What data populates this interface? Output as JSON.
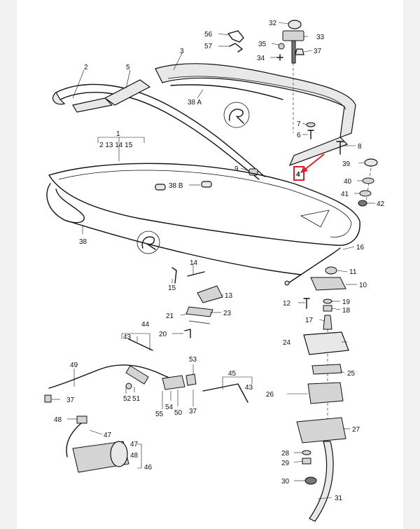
{
  "callouts": [
    {
      "id": "c1",
      "text": "1"
    },
    {
      "id": "c2",
      "text": "2"
    },
    {
      "id": "c3",
      "text": "3"
    },
    {
      "id": "c5",
      "text": "5"
    },
    {
      "id": "c6",
      "text": "6"
    },
    {
      "id": "c7",
      "text": "7"
    },
    {
      "id": "c8",
      "text": "8"
    },
    {
      "id": "c9",
      "text": "9"
    },
    {
      "id": "c10",
      "text": "10"
    },
    {
      "id": "c11",
      "text": "11"
    },
    {
      "id": "c12",
      "text": "12"
    },
    {
      "id": "c13a",
      "text": "13"
    },
    {
      "id": "c13b",
      "text": "13"
    },
    {
      "id": "c14a",
      "text": "14"
    },
    {
      "id": "c14b",
      "text": "14"
    },
    {
      "id": "c15a",
      "text": "15"
    },
    {
      "id": "c15b",
      "text": "15"
    },
    {
      "id": "c16",
      "text": "16"
    },
    {
      "id": "c17",
      "text": "17"
    },
    {
      "id": "c18",
      "text": "18"
    },
    {
      "id": "c19",
      "text": "19"
    },
    {
      "id": "c20",
      "text": "20"
    },
    {
      "id": "c21",
      "text": "21"
    },
    {
      "id": "c23",
      "text": "23"
    },
    {
      "id": "c24",
      "text": "24"
    },
    {
      "id": "c25",
      "text": "25"
    },
    {
      "id": "c26",
      "text": "26"
    },
    {
      "id": "c27",
      "text": "27"
    },
    {
      "id": "c28",
      "text": "28"
    },
    {
      "id": "c29",
      "text": "29"
    },
    {
      "id": "c30",
      "text": "30"
    },
    {
      "id": "c31",
      "text": "31"
    },
    {
      "id": "c32",
      "text": "32"
    },
    {
      "id": "c33",
      "text": "33"
    },
    {
      "id": "c34",
      "text": "34"
    },
    {
      "id": "c35",
      "text": "35"
    },
    {
      "id": "c37a",
      "text": "37"
    },
    {
      "id": "c37b",
      "text": "37"
    },
    {
      "id": "c37c",
      "text": "37"
    },
    {
      "id": "c38",
      "text": "38"
    },
    {
      "id": "c38a",
      "text": "38 A"
    },
    {
      "id": "c38b",
      "text": "38 B"
    },
    {
      "id": "c39",
      "text": "39"
    },
    {
      "id": "c40",
      "text": "40"
    },
    {
      "id": "c41",
      "text": "41"
    },
    {
      "id": "c42",
      "text": "42"
    },
    {
      "id": "c43a",
      "text": "43"
    },
    {
      "id": "c43b",
      "text": "43"
    },
    {
      "id": "c44",
      "text": "44"
    },
    {
      "id": "c45",
      "text": "45"
    },
    {
      "id": "c46",
      "text": "46"
    },
    {
      "id": "c47a",
      "text": "47"
    },
    {
      "id": "c47b",
      "text": "47"
    },
    {
      "id": "c48a",
      "text": "48"
    },
    {
      "id": "c48b",
      "text": "48"
    },
    {
      "id": "c49",
      "text": "49"
    },
    {
      "id": "c50",
      "text": "50"
    },
    {
      "id": "c51",
      "text": "51"
    },
    {
      "id": "c52",
      "text": "52"
    },
    {
      "id": "c53",
      "text": "53"
    },
    {
      "id": "c54",
      "text": "54"
    },
    {
      "id": "c55",
      "text": "55"
    },
    {
      "id": "c56",
      "text": "56"
    },
    {
      "id": "c57",
      "text": "57"
    }
  ],
  "groups": [
    {
      "id": "g1",
      "text": "2   13   14  15"
    }
  ],
  "highlight": {
    "label": "4",
    "color": "#e02020"
  }
}
